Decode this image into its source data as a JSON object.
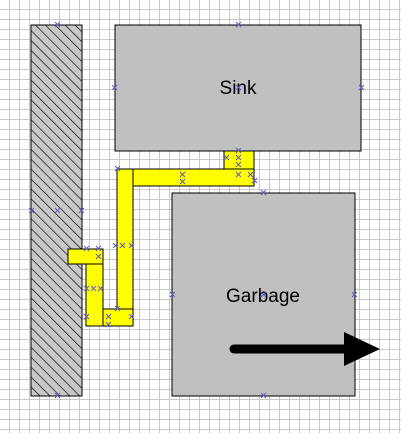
{
  "diagram": {
    "sink_label": "Sink",
    "garbage_label": "Garbage"
  },
  "colors": {
    "wall_fill": "#c8c8c8",
    "box_fill": "#c0c0c0",
    "pipe_fill": "#ffff00",
    "outline": "#000000",
    "handle": "#5a5ac8",
    "grid": "#c9c9c9",
    "arrow": "#000000"
  },
  "icons": {
    "wall": "hatched-wall",
    "arrow": "right-arrow-icon",
    "handles": "x-marker-icon"
  }
}
